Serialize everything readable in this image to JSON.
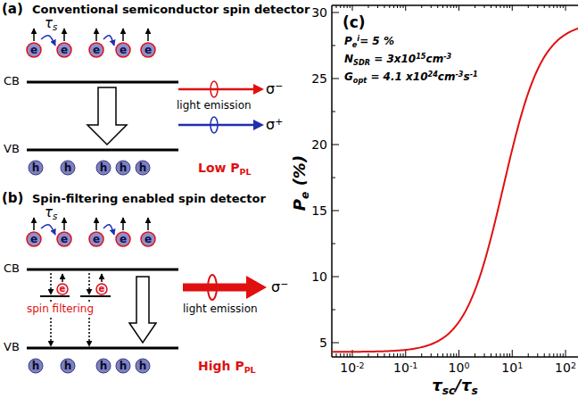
{
  "diagram": {
    "nodes": [
      {
        "text": [
          "e"
        ]
      },
      {
        "text": [
          "e"
        ]
      },
      {
        "text": [
          "e"
        ]
      },
      {
        "text": [
          "e"
        ]
      },
      {
        "text": [
          "e"
        ]
      },
      {
        "text": [
          "h"
        ]
      },
      {
        "text": [
          "h"
        ]
      },
      {
        "text": [
          "h"
        ]
      },
      {
        "text": [
          "h"
        ]
      },
      {
        "text": [
          "h"
        ]
      },
      {
        "text": [
          "e"
        ]
      },
      {
        "text": [
          "e"
        ]
      },
      {
        "text": [
          "e"
        ]
      },
      {
        "text": [
          "e"
        ]
      },
      {
        "text": [
          "e"
        ]
      },
      {
        "text": [
          "e"
        ]
      },
      {
        "text": [
          "e"
        ]
      },
      {
        "text": [
          "h"
        ]
      },
      {
        "text": [
          "h"
        ]
      },
      {
        "text": [
          "h"
        ]
      },
      {
        "text": [
          "h"
        ]
      },
      {
        "text": [
          "h"
        ]
      }
    ],
    "labels": [
      "(a)",
      "Conventional semiconductor spin detector",
      "τs",
      "CB",
      "VB",
      "light emission",
      "σ−",
      "σ+",
      "Low PPL",
      "(b)",
      "Spin-filtering enabled spin detector",
      "τs",
      "CB",
      "spin filtering",
      "VB",
      "light emission",
      "σ−",
      "High PPL",
      "(c)",
      "Pei= 5 %",
      "NSDR = 3x1015cm-3",
      "Gopt = 4.1 x1024cm-3s-1",
      "5",
      "10",
      "15",
      "20",
      "25",
      "30",
      "10-2",
      "10-1",
      "100",
      "101",
      "102",
      "Pe (%)",
      "τsc/τs"
    ]
  }
}
